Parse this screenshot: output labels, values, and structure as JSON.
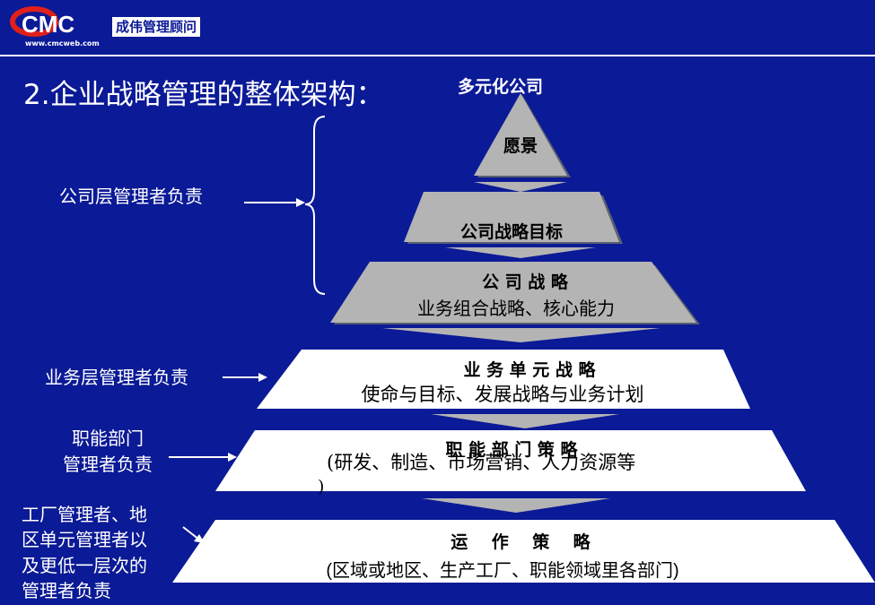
{
  "logo": {
    "brand": "CMC",
    "name": "成伟管理顾问",
    "url": "www.cmcweb.com"
  },
  "title": "2.企业战略管理的整体架构：",
  "pyramid": {
    "apex_label": "多元化公司",
    "levels": [
      {
        "title": "愿景",
        "subtitle": ""
      },
      {
        "title": "公司战略目标",
        "subtitle": ""
      },
      {
        "title": "公 司 战  略",
        "subtitle": "业务组合战略、核心能力"
      },
      {
        "title": "业 务 单 元 战 略",
        "subtitle": "使命与目标、发展战略与业务计划"
      },
      {
        "title": "职 能 部 门 策 略",
        "subtitle": "(研发、制造、市场营销、人力资源等",
        "subtitle_tail": ")"
      },
      {
        "title": "运    作    策    略",
        "subtitle": "(区域或地区、生产工厂、职能领域里各部门)"
      }
    ]
  },
  "responsibility": {
    "corporate": "公司层管理者负责",
    "business": "业务层管理者负责",
    "functional_line1": "职能部门",
    "functional_line2": "管理者负责",
    "operations_line1": "工厂管理者、地",
    "operations_line2": "区单元管理者以",
    "operations_line3": "及更低一层次的",
    "operations_line4": "管理者负责"
  },
  "colors": {
    "background": "#0b1a96",
    "grey_shape": "#b4b4b4",
    "white_shape": "#ffffff",
    "text_light": "#ffffff",
    "logo_red": "#e0201b"
  }
}
